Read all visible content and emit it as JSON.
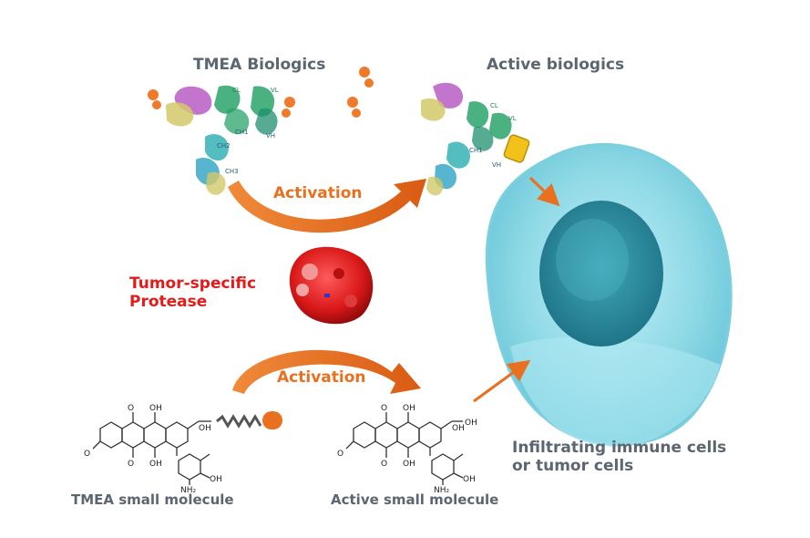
{
  "labels": {
    "tmea_biologics": "TMEA Biologics",
    "active_biologics": "Active biologics",
    "activation_top": "Activation",
    "activation_bottom": "Activation",
    "protease_line1": "Tumor-specific",
    "protease_line2": "Protease",
    "tmea_small_molecule": "TMEA small molecule",
    "active_small_molecule": "Active small molecule",
    "cells_line1": "Infiltrating immune cells",
    "cells_line2": "or tumor cells"
  },
  "structure_labels": {
    "cl": "CL",
    "vl": "VL",
    "ch1": "CH1",
    "vh": "VH",
    "ch2": "CH2",
    "ch3": "CH3",
    "oh": "OH",
    "o": "O",
    "nh2": "NH₂"
  },
  "colors": {
    "label_gray": "#5b6670",
    "activation_orange": "#e8701f",
    "protease_red": "#e31b1b",
    "cell_cyan": "#8fd9e6",
    "nucleus_teal": "#2e8fa2",
    "receptor_yellow": "#f2c21a"
  }
}
